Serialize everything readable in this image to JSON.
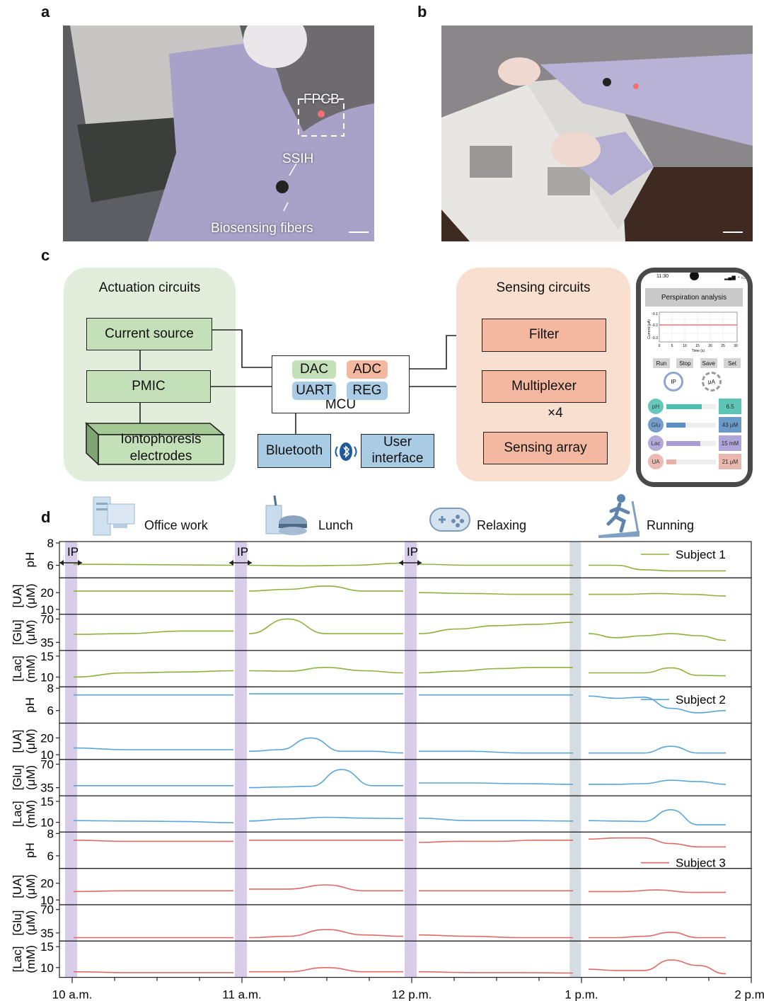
{
  "panels": {
    "a": "a",
    "b": "b",
    "c": "c",
    "d": "d"
  },
  "photo_a": {
    "fpcb": "FPCB",
    "ssih": "SSIH",
    "fibers": "Biosensing fibers"
  },
  "diagram": {
    "actuation": {
      "title": "Actuation circuits",
      "current_source": "Current source",
      "pmic": "PMIC",
      "electrodes": "Iontophoresis\nelectrodes"
    },
    "mcu": {
      "label": "MCU",
      "dac": "DAC",
      "adc": "ADC",
      "uart": "UART",
      "reg": "REG"
    },
    "bluetooth": "Bluetooth",
    "user_interface": "User\ninterface",
    "sensing": {
      "title": "Sensing circuits",
      "filter": "Filter",
      "multiplexer": "Multiplexer",
      "times": "×4",
      "array": "Sensing array"
    },
    "phone": {
      "time": "11:30",
      "header": "Perspiration analysis",
      "y_axis": "Current (μA)",
      "y_ticks": [
        "-0.1",
        "-0.2",
        "-0.3"
      ],
      "x_ticks": [
        "0",
        "5",
        "10",
        "15",
        "20",
        "25",
        "30"
      ],
      "x_axis": "Time (s)",
      "buttons": [
        "Run",
        "Stop",
        "Save",
        "Set"
      ],
      "ip": "IP",
      "ua_unit": "μA",
      "rows": [
        {
          "name": "pH",
          "value": "6.5",
          "color": "#4dbfae",
          "fill": 0.72
        },
        {
          "name": "Glu",
          "value": "43 μM",
          "color": "#5c8fc4",
          "fill": 0.38
        },
        {
          "name": "Lac",
          "value": "15 mM",
          "color": "#a79cd4",
          "fill": 0.68
        },
        {
          "name": "UA",
          "value": "21 μM",
          "color": "#e8b0a6",
          "fill": 0.2
        }
      ]
    }
  },
  "activities": [
    "Office work",
    "Lunch",
    "Relaxing",
    "Running"
  ],
  "colors": {
    "subject1": "#8db23c",
    "subject2": "#5aa6d8",
    "subject3": "#e06a66",
    "ip_band": "#d8cce8",
    "break_band": "#d5dde2",
    "actuation_bg": "#e2eedb",
    "sensing_bg": "#f8dfcf",
    "box_green": "#c4e0b8",
    "box_orange": "#f3b89f",
    "box_blue": "#a9cbe4"
  },
  "chart_data": {
    "type": "line",
    "x_ticks": [
      "10 a.m.",
      "11 a.m.",
      "12 p.m.",
      "1 p.m.",
      "2 p.m."
    ],
    "ip_label": "IP",
    "legend": [
      "Subject 1",
      "Subject 2",
      "Subject 3"
    ],
    "rows": [
      {
        "label": "pH",
        "ticks": [
          "8",
          "6"
        ],
        "ylim": [
          5,
          8
        ],
        "subject": 1
      },
      {
        "label": "[UA]\n(μM)",
        "ticks": [
          "20",
          "10"
        ],
        "ylim": [
          8,
          28
        ],
        "subject": 1
      },
      {
        "label": "[Glu]\n(μM)",
        "ticks": [
          "70",
          "35"
        ],
        "ylim": [
          25,
          75
        ],
        "subject": 1
      },
      {
        "label": "[Lac]\n(mM)",
        "ticks": [
          "15",
          "10"
        ],
        "ylim": [
          8,
          16
        ],
        "subject": 1
      },
      {
        "label": "pH",
        "ticks": [
          "8",
          "6"
        ],
        "ylim": [
          5,
          8
        ],
        "subject": 2
      },
      {
        "label": "[UA]\n(μM)",
        "ticks": [
          "20",
          "10"
        ],
        "ylim": [
          8,
          28
        ],
        "subject": 2
      },
      {
        "label": "[Glu]\n(μM)",
        "ticks": [
          "70",
          "35"
        ],
        "ylim": [
          25,
          75
        ],
        "subject": 2
      },
      {
        "label": "[Lac]\n(mM)",
        "ticks": [
          "15",
          "10"
        ],
        "ylim": [
          8,
          16
        ],
        "subject": 2
      },
      {
        "label": "pH",
        "ticks": [
          "8",
          "6"
        ],
        "ylim": [
          5,
          8
        ],
        "subject": 3
      },
      {
        "label": "[UA]\n(μM)",
        "ticks": [
          "20",
          "10"
        ],
        "ylim": [
          8,
          28
        ],
        "subject": 3
      },
      {
        "label": "[Glu]\n(μM)",
        "ticks": [
          "70",
          "35"
        ],
        "ylim": [
          25,
          75
        ],
        "subject": 3
      },
      {
        "label": "[Lac]\n(mM)",
        "ticks": [
          "15",
          "10"
        ],
        "ylim": [
          8,
          16
        ],
        "subject": 3
      }
    ],
    "segments": [
      [
        10.0,
        11.0
      ],
      [
        11.0,
        12.0
      ],
      [
        12.0,
        13.0
      ],
      [
        13.0,
        13.9
      ]
    ],
    "series": [
      [
        [
          6.1,
          6.05,
          6.0
        ],
        [
          6.0,
          5.95,
          6.0,
          6.2
        ],
        [
          6.1,
          6.0,
          6.0,
          6.0
        ],
        [
          6.0,
          6.0,
          5.6,
          5.5,
          5.5,
          5.5
        ]
      ],
      [
        [
          21,
          21,
          21
        ],
        [
          21,
          22,
          24,
          21,
          21
        ],
        [
          20,
          19.5,
          19,
          19
        ],
        [
          19,
          19,
          19.5,
          19,
          18
        ]
      ],
      [
        [
          47,
          48,
          52,
          52
        ],
        [
          48,
          70,
          48,
          48,
          48
        ],
        [
          48,
          55,
          60,
          62,
          65
        ],
        [
          48,
          42,
          45,
          48,
          45,
          38
        ]
      ],
      [
        [
          10,
          11,
          11.2,
          11.5
        ],
        [
          11.5,
          11.4,
          12.3,
          11.5,
          11
        ],
        [
          11,
          11.4,
          12,
          12.3,
          12.3
        ],
        [
          11,
          11,
          11,
          12.2,
          10.4,
          10.3
        ]
      ],
      [
        [
          7.4,
          7.4,
          7.4
        ],
        [
          7.5,
          7.5,
          7.5,
          7.5
        ],
        [
          7.4,
          7.4,
          7.4,
          7.4
        ],
        [
          7.3,
          7.1,
          7.2,
          6.2,
          5.8,
          6.0
        ]
      ],
      [
        [
          14,
          13,
          13,
          13
        ],
        [
          12,
          13,
          20,
          12,
          12,
          11
        ],
        [
          12,
          12,
          11,
          11
        ],
        [
          11,
          11,
          11,
          15,
          11,
          11
        ]
      ],
      [
        [
          38,
          38,
          38,
          38
        ],
        [
          35,
          36,
          37,
          62,
          38,
          38
        ],
        [
          42,
          42,
          41,
          40
        ],
        [
          40,
          40,
          41,
          46,
          44,
          40
        ]
      ],
      [
        [
          10.4,
          10.3,
          10.2,
          9.9
        ],
        [
          10.3,
          10.8,
          11.2,
          11.0,
          10.9
        ],
        [
          11.0,
          10.4,
          10.4,
          10.3
        ],
        [
          10.4,
          10.3,
          10.2,
          13.0,
          9.4,
          9.4
        ]
      ],
      [
        [
          7.4,
          7.3,
          7.3,
          7.3
        ],
        [
          7.4,
          7.4,
          7.4,
          7.4,
          7.4
        ],
        [
          7.2,
          7.3,
          7.3,
          7.4,
          7.4
        ],
        [
          7.5,
          7.6,
          7.6,
          7.1,
          6.8,
          6.8
        ]
      ],
      [
        [
          15,
          15.5,
          15.5,
          15.5
        ],
        [
          16.5,
          16.5,
          19,
          15.5,
          15.5
        ],
        [
          15.5,
          15.5,
          15.5,
          15.5
        ],
        [
          15,
          15,
          16,
          14.5,
          14.5
        ]
      ],
      [
        [
          28,
          28,
          28,
          28
        ],
        [
          28,
          30,
          40,
          32,
          30
        ],
        [
          32,
          30,
          28,
          28
        ],
        [
          28,
          28,
          30,
          36,
          28,
          28
        ]
      ],
      [
        [
          9.0,
          8.8,
          8.8,
          8.8
        ],
        [
          9.0,
          9.0,
          10.0,
          9.0,
          9.0
        ],
        [
          9.0,
          8.8,
          8.8,
          8.7
        ],
        [
          9.6,
          9.3,
          9.3,
          11.8,
          10.5,
          8.5
        ]
      ]
    ]
  }
}
